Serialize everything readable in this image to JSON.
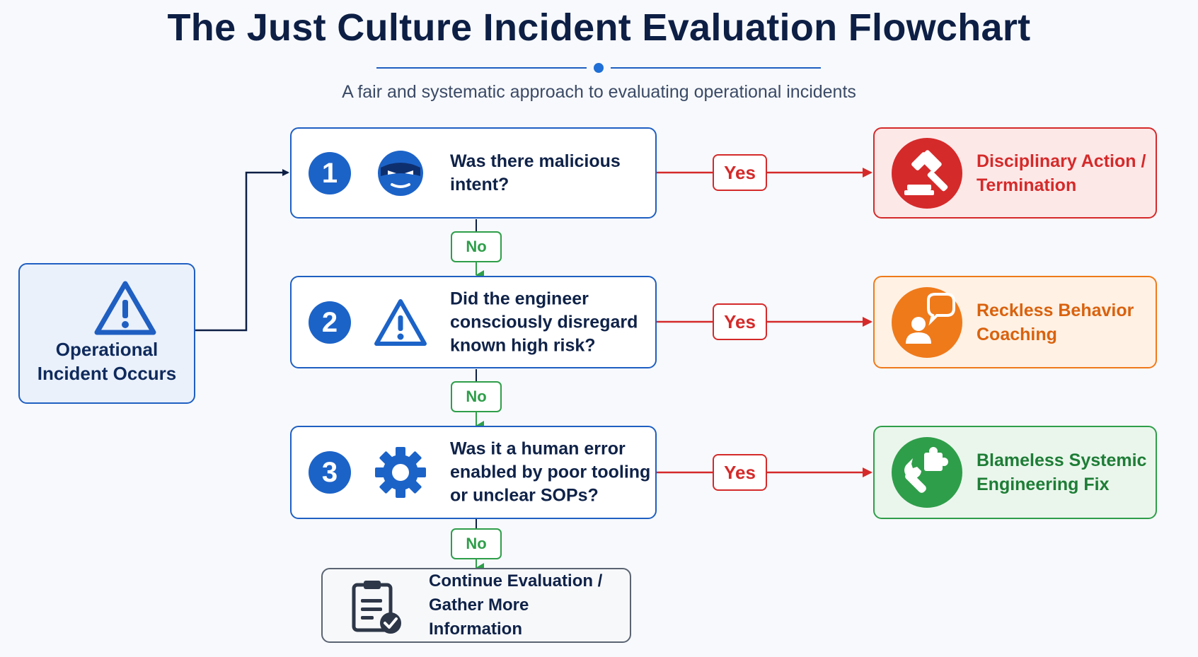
{
  "title": "The Just Culture Incident Evaluation Flowchart",
  "subtitle": "A fair and systematic approach to evaluating operational incidents",
  "colors": {
    "primary": "#1f5fc2",
    "navy": "#0e1f45",
    "yes_red": "#d52a2a",
    "no_green": "#2f9e4a",
    "orange": "#ef7a1a",
    "gray": "#5b6472"
  },
  "start": {
    "label": "Operational Incident Occurs",
    "icon": "warning-icon"
  },
  "questions": [
    {
      "number": "1",
      "text": "Was there malicious intent?",
      "icon": "masked-face-icon"
    },
    {
      "number": "2",
      "text": "Did the engineer consciously disregard known high risk?",
      "icon": "warning-icon"
    },
    {
      "number": "3",
      "text": "Was it a human error enabled by poor tooling or unclear SOPs?",
      "icon": "gear-icon"
    }
  ],
  "edges": {
    "yes_label": "Yes",
    "no_label": "No"
  },
  "outcomes": [
    {
      "text": "Disciplinary Action / Termination",
      "icon": "gavel-icon",
      "color": "#d52a2a"
    },
    {
      "text": "Reckless Behavior Coaching",
      "icon": "person-speech-icon",
      "color": "#d9620e"
    },
    {
      "text": "Blameless Systemic Engineering Fix",
      "icon": "wrench-puzzle-icon",
      "color": "#1e7d36"
    }
  ],
  "end": {
    "text": "Continue Evaluation / Gather More Information",
    "icon": "clipboard-check-icon"
  }
}
